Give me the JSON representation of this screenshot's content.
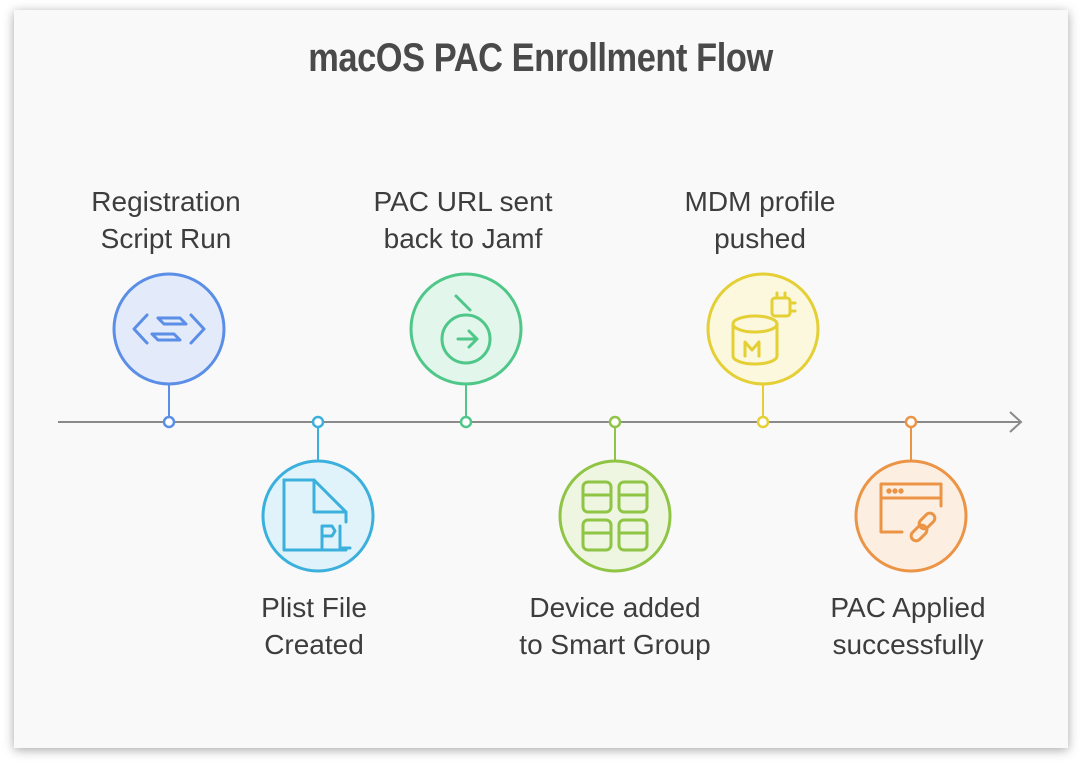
{
  "title": "macOS PAC Enrollment Flow",
  "steps": [
    {
      "lines": [
        "Registration",
        "Script Run"
      ],
      "icon": "code-exchange-icon",
      "color": "#5b8ee6",
      "fill": "#e3ebfb"
    },
    {
      "lines": [
        "Plist File",
        "Created"
      ],
      "icon": "plist-file-icon",
      "color": "#3bb0dd",
      "fill": "#e1f3fa"
    },
    {
      "lines": [
        "PAC URL sent",
        "back to Jamf"
      ],
      "icon": "arrow-circle-icon",
      "color": "#4ec788",
      "fill": "#e3f6ec"
    },
    {
      "lines": [
        "Device added",
        "to Smart Group"
      ],
      "icon": "grid-group-icon",
      "color": "#8fc444",
      "fill": "#eef6e1"
    },
    {
      "lines": [
        "MDM profile",
        "pushed"
      ],
      "icon": "mdm-database-icon",
      "color": "#e4cf35",
      "fill": "#fbf8dd"
    },
    {
      "lines": [
        "PAC Applied",
        "successfully"
      ],
      "icon": "browser-link-icon",
      "color": "#ec9446",
      "fill": "#fcefe2"
    }
  ]
}
